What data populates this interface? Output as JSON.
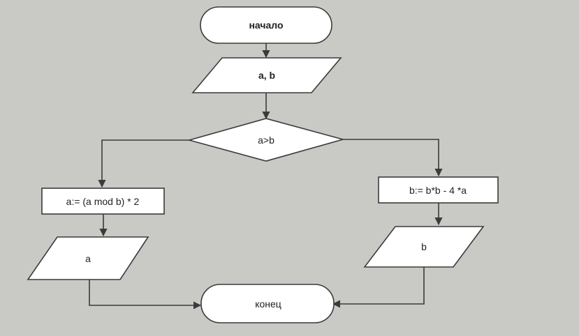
{
  "flowchart": {
    "start": "начало",
    "input": "a, b",
    "condition": "a>b",
    "left_process": "a:= (a mod b) * 2",
    "left_output": "a",
    "right_process": "b:= b*b - 4 *a",
    "right_output": "b",
    "end": "конец"
  },
  "colors": {
    "background": "#c9cac6",
    "shape_fill": "#ffffff",
    "stroke": "#3a3b3a",
    "text": "#222222"
  }
}
